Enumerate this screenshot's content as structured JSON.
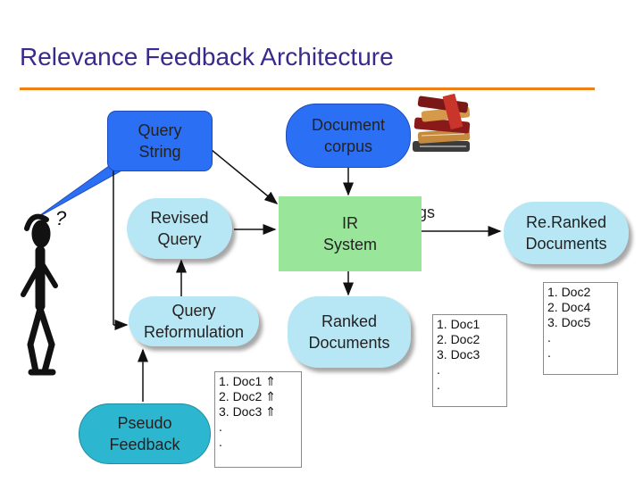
{
  "title": "Relevance Feedback Architecture",
  "nodes": {
    "query_string": "Query\nString",
    "document_corpus": "Document\ncorpus",
    "revised_query": "Revised\nQuery",
    "ir_system": "IR\nSystem",
    "reranked_documents": "Re.Ranked\nDocuments",
    "query_reformulation": "Query\nReformulation",
    "ranked_documents": "Ranked\nDocuments",
    "pseudo_feedback": "Pseudo\nFeedback"
  },
  "fragment_text": "gs",
  "thought_mark": "?",
  "lists": {
    "feedback_list": "1. Doc1 ⇑\n2. Doc2 ⇑\n3. Doc3 ⇑\n.\n.",
    "ranked_list": "1. Doc1\n2. Doc2\n3. Doc3\n.\n.",
    "reranked_list": "1. Doc2\n2. Doc4\n3. Doc5\n.\n."
  },
  "colors": {
    "title": "#3a2a8c",
    "rule": "#f07f14",
    "dark_blue_box": "#2b6ff4",
    "light_blue_box": "#b7e7f5",
    "green_box": "#99e69a",
    "pseudo_box": "#2db6cf",
    "arrows": "#111111"
  },
  "icons": [
    "books-icon",
    "stick-figure-icon"
  ]
}
